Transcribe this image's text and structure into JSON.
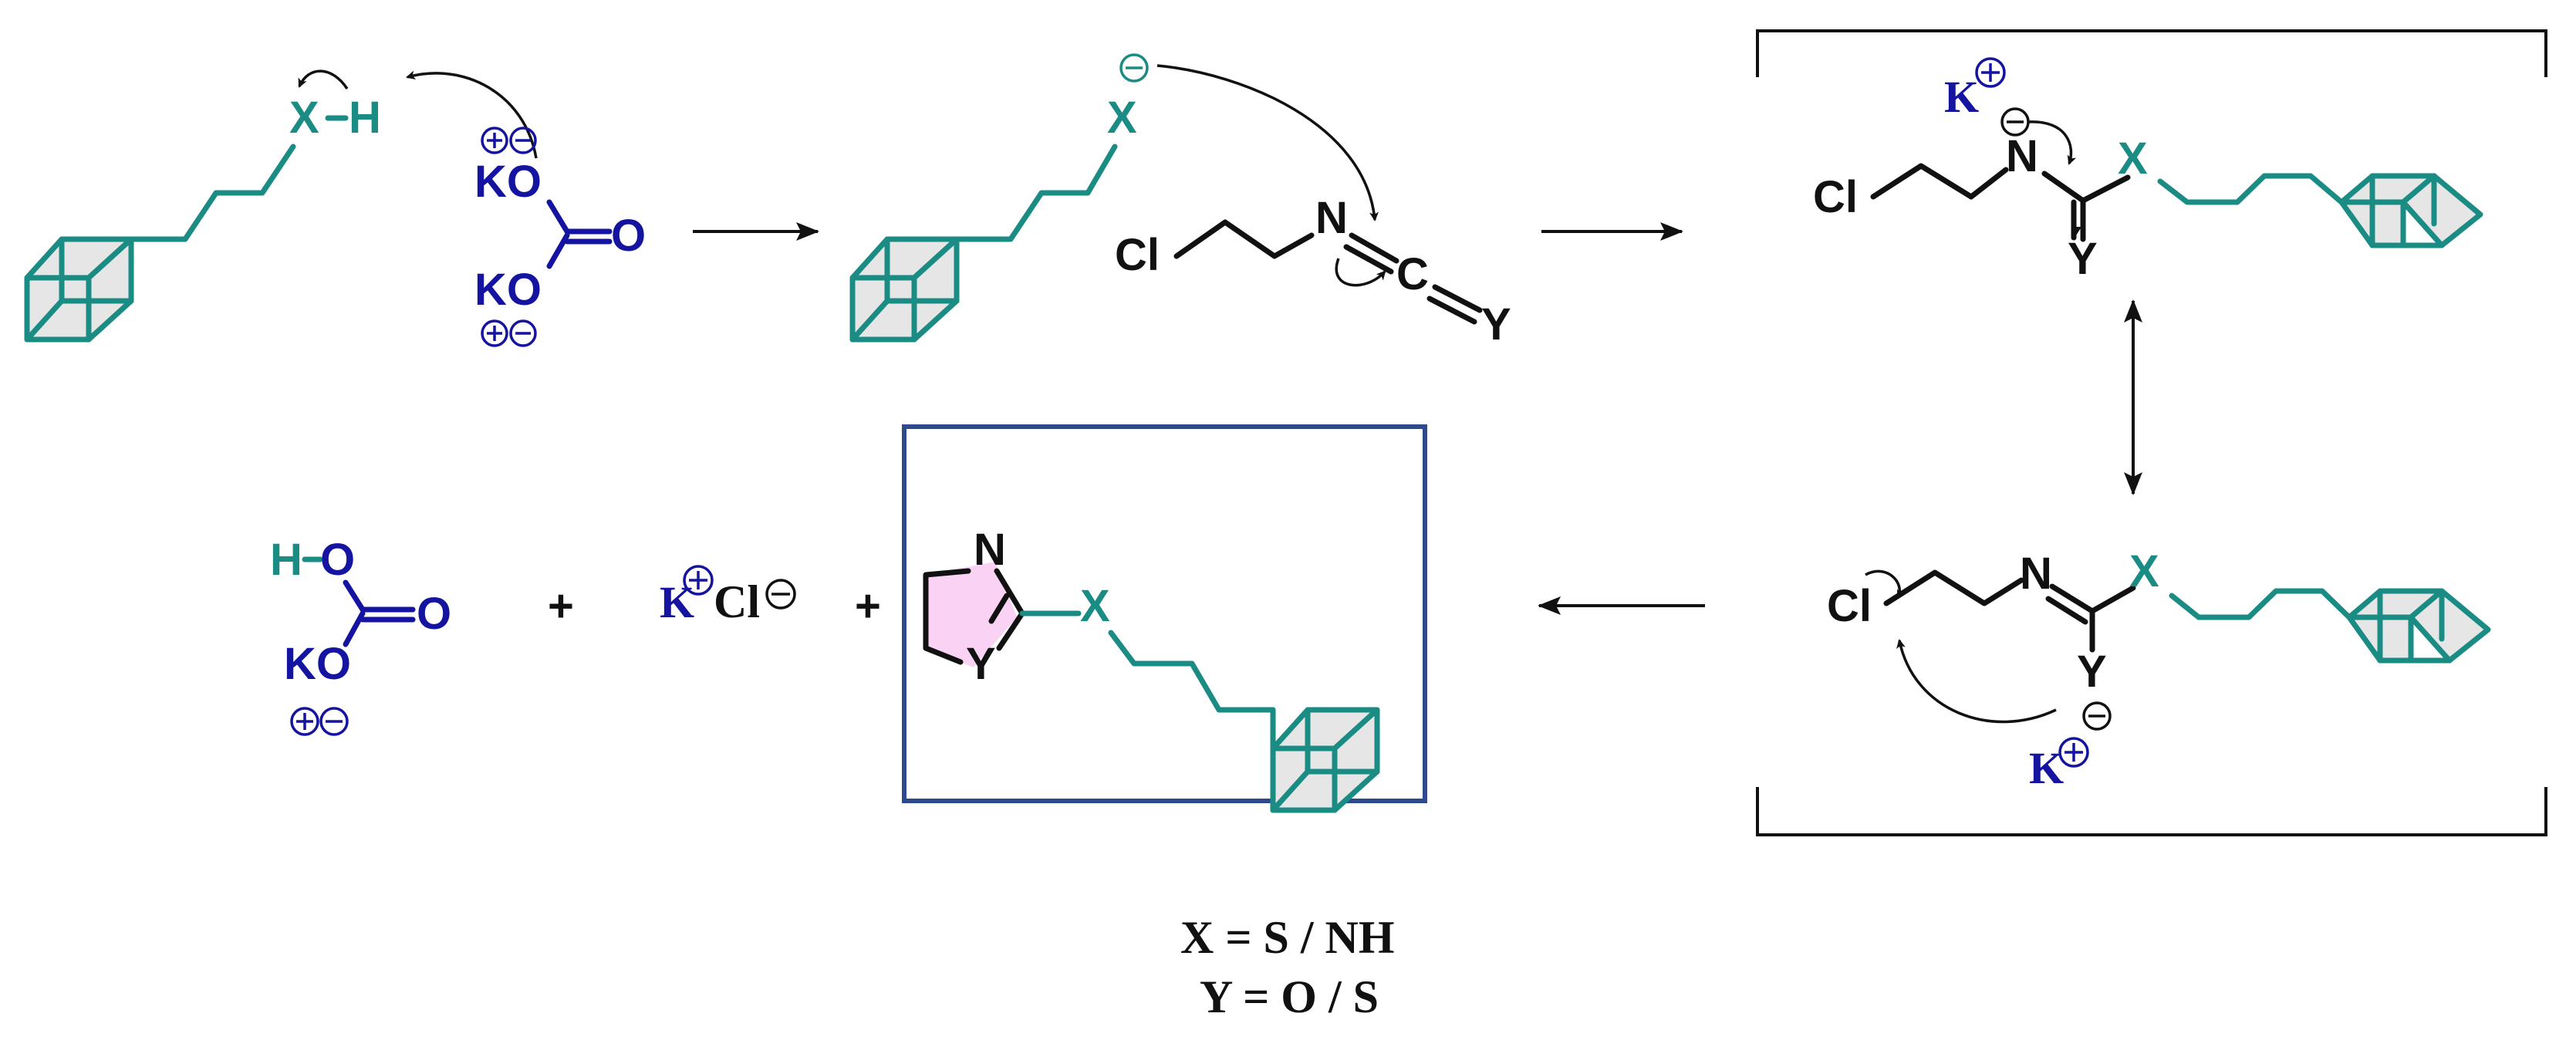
{
  "colors": {
    "substrate_teal": "#1a8c84",
    "reagent_blue": "#1414a0",
    "reagent_black": "#111111",
    "ring_fill_pink": "#f9d2f4",
    "cube_fill_gray": "#e6e6e6",
    "product_box": "#2d4a8c"
  },
  "labels": {
    "x_h": "X",
    "h": "H",
    "ko": "KO",
    "o": "O",
    "x": "X",
    "cl": "Cl",
    "n": "N",
    "c": "C",
    "y": "Y",
    "k": "K",
    "h_o": "H",
    "o_ho": "O",
    "plus": "+",
    "kcl_k": "K",
    "kcl_cl": "Cl"
  },
  "legend": {
    "line1": "X = S / NH",
    "line2": "Y = O / S"
  }
}
